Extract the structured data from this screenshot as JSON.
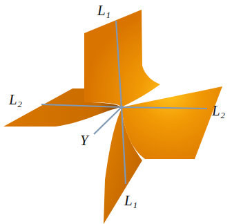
{
  "diagram": {
    "labels": [
      "L₁",
      "L₂",
      "L₂",
      "Y",
      "L₁"
    ]
  }
}
